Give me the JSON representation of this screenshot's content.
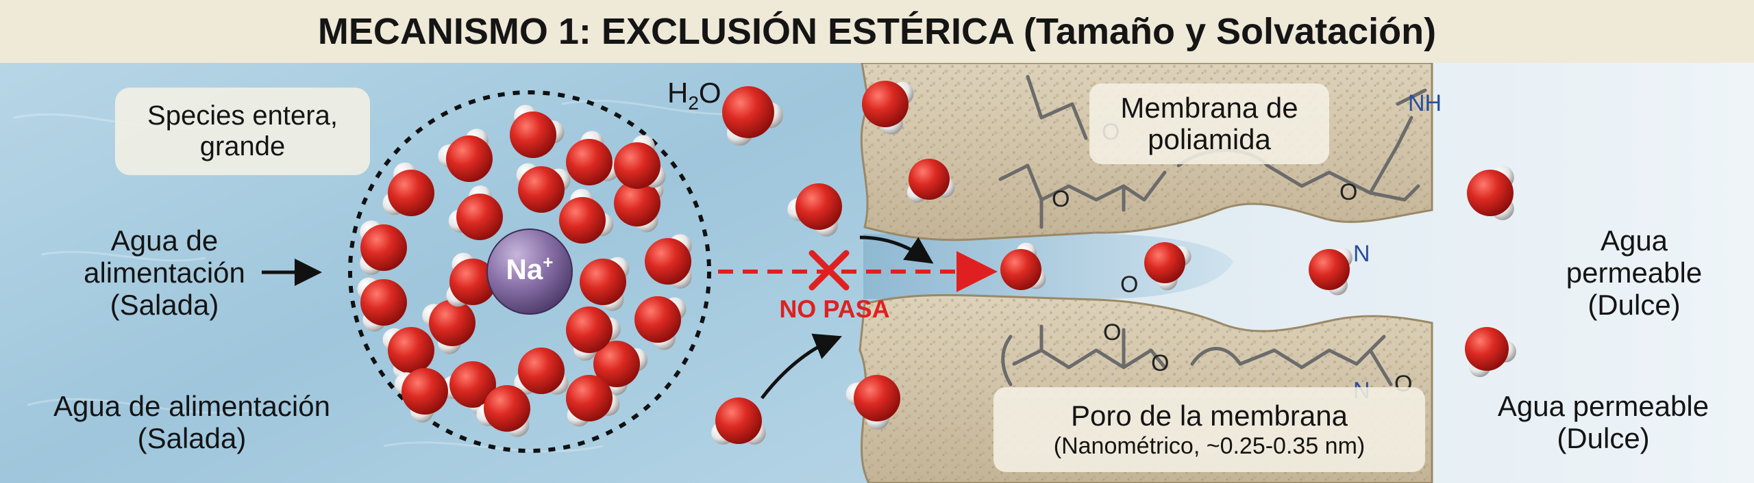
{
  "title": "MECANISMO 1: EXCLUSIÓN ESTÉRICA (Tamaño y Solvatación)",
  "labels": {
    "species_line1": "Species entera,",
    "species_line2": "grande",
    "water_formula_main": "H",
    "water_formula_sub": "2",
    "water_formula_tail": "O",
    "feed_top_line1": "Agua de",
    "feed_top_line2": "alimentación",
    "feed_top_line3": "(Salada)",
    "feed_bottom_line1": "Agua de alimentación",
    "feed_bottom_line2": "(Salada)",
    "ion_main": "Na",
    "ion_charge": "+",
    "no_pass": "NO PASA",
    "membrane_line1": "Membrana de",
    "membrane_line2": "poliamida",
    "pore_line1": "Poro de la membrana",
    "pore_line2": "(Nanométrico, ~0.25-0.35 nm)",
    "permeate_top_line1": "Agua",
    "permeate_top_line2": "permeable",
    "permeate_top_line3": "(Dulce)",
    "permeate_bottom_line1": "Agua permeable",
    "permeate_bottom_line2": "(Dulce)",
    "chem_o": "O",
    "chem_n": "N",
    "chem_nh": "NH"
  },
  "colors": {
    "feed_water": "#a9cde0",
    "permeate_water": "#e6f0f6",
    "membrane": "#cdbfa3",
    "oxygen": "#d4201c",
    "hydrogen": "#e9e9e9",
    "sodium_ion": "#8a72a8",
    "reject_arrow": "#e02020"
  },
  "icons": {
    "blocked": "x-mark-icon",
    "flow": "arrow-right-icon"
  }
}
